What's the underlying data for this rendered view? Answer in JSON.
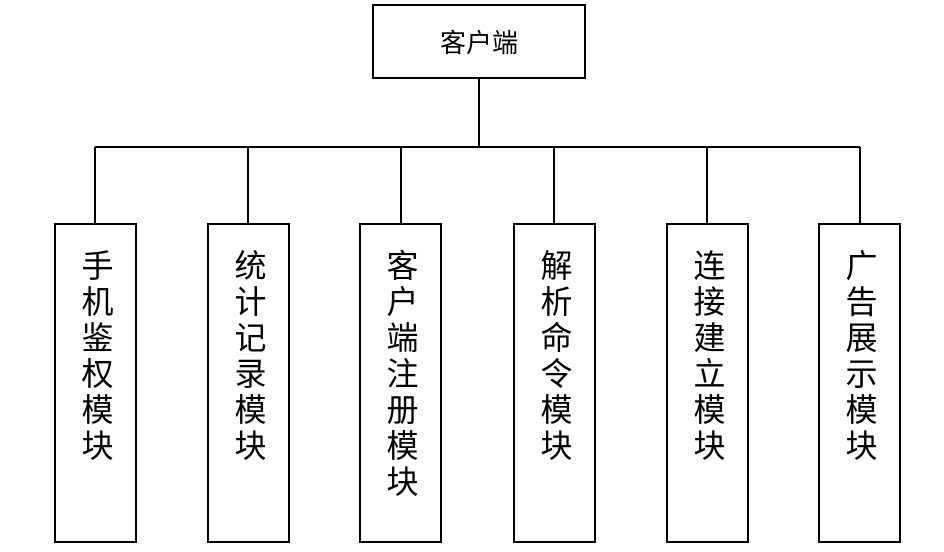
{
  "diagram": {
    "root": {
      "label": "客户端"
    },
    "modules": [
      {
        "id": "phone-auth",
        "label": "手机鉴权模块"
      },
      {
        "id": "stats-record",
        "label": "统计记录模块"
      },
      {
        "id": "client-register",
        "label": "客户端注册模块"
      },
      {
        "id": "parse-command",
        "label": "解析命令模块"
      },
      {
        "id": "connect-setup",
        "label": "连接建立模块"
      },
      {
        "id": "ad-display",
        "label": "广告展示模块"
      }
    ],
    "line_color": "#000000",
    "box_border_color": "#000000"
  }
}
